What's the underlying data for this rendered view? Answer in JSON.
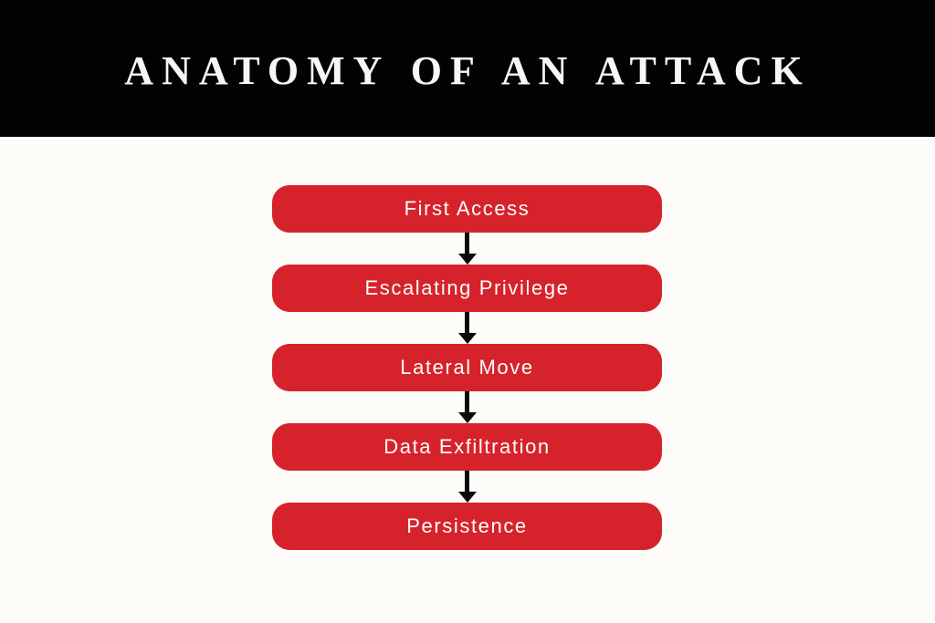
{
  "slide": {
    "title": "ANATOMY OF AN ATTACK"
  },
  "colors": {
    "background": "#fdfcf8",
    "header_background": "#020202",
    "title_color": "#f7f6f4",
    "box_red": "#d6232b",
    "box_text_color": "#fdfdfd",
    "arrow_color": "#0a0a0a"
  },
  "flow": {
    "steps": [
      {
        "id": "first-access",
        "label": "First Access"
      },
      {
        "id": "escalating-privilege",
        "label": "Escalating Privilege"
      },
      {
        "id": "lateral-move",
        "label": "Lateral Move"
      },
      {
        "id": "data-exfiltration",
        "label": "Data Exfiltration"
      },
      {
        "id": "persistence",
        "label": "Persistence"
      }
    ]
  }
}
